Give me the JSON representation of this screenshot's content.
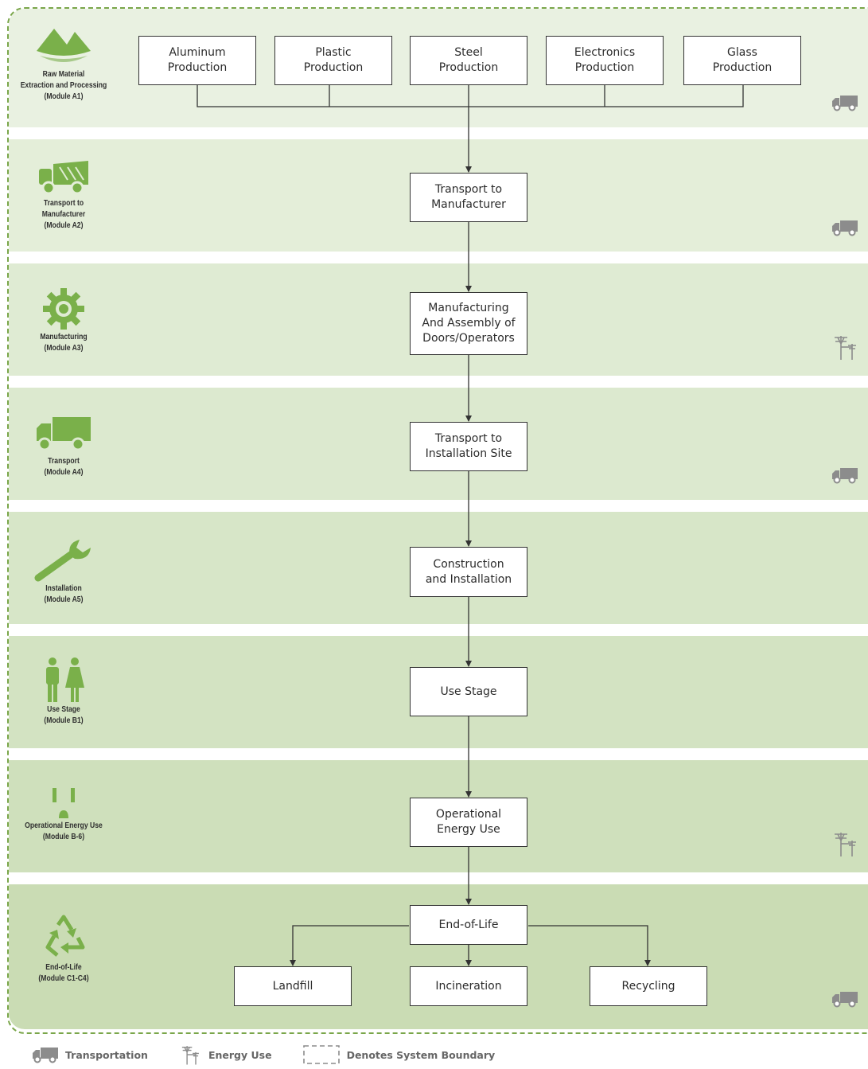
{
  "colors": {
    "band_light": "#e9f1e1",
    "band_mid": "#dce9cf",
    "band_dark": "#cadcb4",
    "icon_green": "#7ab04a",
    "boundary": "#7aa64a",
    "gray_icon": "#8c8c8c"
  },
  "stages": [
    {
      "label": "Raw Material\nExtraction and Processing\n(Module A1)",
      "icon": "mountains-icon",
      "side_icon": "truck-icon"
    },
    {
      "label": "Transport to\nManufacturer\n(Module A2)",
      "icon": "dump-truck-icon",
      "side_icon": "truck-icon"
    },
    {
      "label": "Manufacturing\n(Module A3)",
      "icon": "gear-icon",
      "side_icon": "power-pole-icon"
    },
    {
      "label": "Transport\n(Module A4)",
      "icon": "truck-icon",
      "side_icon": "truck-icon"
    },
    {
      "label": "Installation\n(Module A5)",
      "icon": "wrench-icon",
      "side_icon": null
    },
    {
      "label": "Use Stage\n(Module B1)",
      "icon": "people-icon",
      "side_icon": null
    },
    {
      "label": "Operational Energy Use\n(Module B-6)",
      "icon": "outlet-icon",
      "side_icon": "power-pole-icon"
    },
    {
      "label": "End-of-Life\n(Module C1-C4)",
      "icon": "recycle-icon",
      "side_icon": "truck-icon"
    }
  ],
  "nodes": {
    "aluminum": "Aluminum\nProduction",
    "plastic": "Plastic\nProduction",
    "steel": "Steel\nProduction",
    "electronics": "Electronics\nProduction",
    "glass": "Glass\nProduction",
    "transport_manufacturer": "Transport to\nManufacturer",
    "manufacturing": "Manufacturing\nAnd Assembly of\nDoors/Operators",
    "transport_site": "Transport to\nInstallation Site",
    "construction": "Construction\nand Installation",
    "use_stage": "Use Stage",
    "operational": "Operational\nEnergy Use",
    "end_of_life": "End-of-Life",
    "landfill": "Landfill",
    "incineration": "Incineration",
    "recycling": "Recycling"
  },
  "legend": {
    "transportation": "Transportation",
    "energy_use": "Energy Use",
    "system_boundary": "Denotes  System Boundary"
  }
}
